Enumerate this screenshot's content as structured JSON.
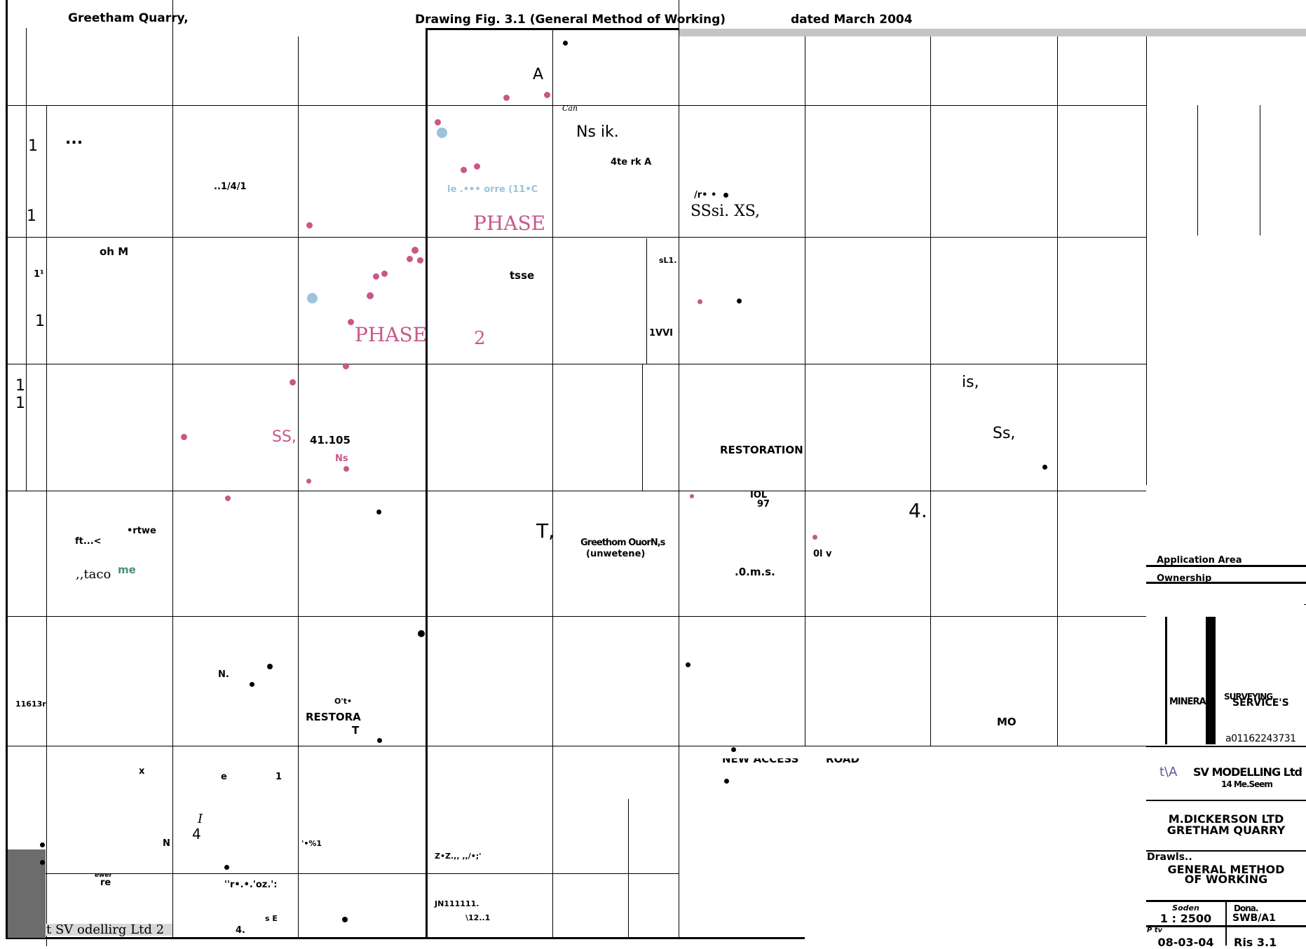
{
  "header": {
    "left": "Greetham Quarry,",
    "center": "Drawing Fig. 3.1 (General Method of Working)",
    "right": "dated March 2004"
  },
  "map_labels": {
    "phase1": "PHASE",
    "phase2": "PHASE",
    "phase2_num": "2",
    "restoration_main": "RESTORATION",
    "restora_small": "RESTORA",
    "restora_t": "T",
    "oh_m": "oh M",
    "tsse": "tsse",
    "fraction": "..1/4/1",
    "num_41105": "41.105",
    "ns": "Ns",
    "can": "Can",
    "ns_ik": "Ns ik.",
    "four_te_rk": "4te rk A",
    "le_orre": "le .••• orre (11•C",
    "ss_xs": "SSsi. XS,",
    "ro": "/r•  •",
    "greethom": "Greethom OuorN,s",
    "unwetene": "(unwetene)",
    "taco": ",,taco",
    "me": "me",
    "rtwe": "•rtwe",
    "ft": "ft...<",
    "iol": "IOL",
    "iol97": "97",
    "om_s": ".0.m.s.",
    "mo": "MO",
    "ol_v": "0l v",
    "is": "is,",
    "ss": "Ss,",
    "ss_pink": "SS,",
    "vvi": "1VVI",
    "sl1": "sL1.",
    "new_access": "NEW ACCESS",
    "road": "ROAD",
    "a_mark": "A",
    "n_mark": "N",
    "x_mark": "x",
    "e_mark": "e",
    "one_mark": "1",
    "i_mark": "I",
    "four_mark": "4",
    "t_big": "T,",
    "four_big": "4.",
    "num_11613": "11613r",
    "o_t": "O't•",
    "ju_111": "JN111111.",
    "twelve": "\\12..1",
    "z_z": "Z•Z.,, ,,/•;'",
    "pct1": "'•%1",
    "ns_k": "N.",
    "oz": "''r•.•.'oz.':",
    "re": "re",
    "ewer": "ewer",
    "corner_label": "t SV      odellirg Ltd 2",
    "num_4": "4.",
    "s_e": "s E",
    "ditto": "..."
  },
  "title_block": {
    "application_area": "Application Area",
    "ownership": "Ownership",
    "mineral": "MINERAL",
    "surveying": "SURVEYING",
    "services": "SERVICE'S",
    "tel": "a01162243731",
    "sv_modelling": "SV MODELLING Ltd",
    "sv_sub": "14 Me.Seem",
    "company": "M.DICKERSON LTD",
    "site": "GRETHAM QUARRY",
    "drawing_label": "Drawls..",
    "drawing_title_1": "GENERAL METHOD",
    "drawing_title_2": "OF WORKING",
    "scale_label": "Soden",
    "scale": "1 : 2500",
    "drawn_label": "Dona.",
    "drawn_value": "SWB/A1",
    "date_label": "P tv",
    "date": "08-03-04",
    "fig_label": "Ris 3.1"
  }
}
